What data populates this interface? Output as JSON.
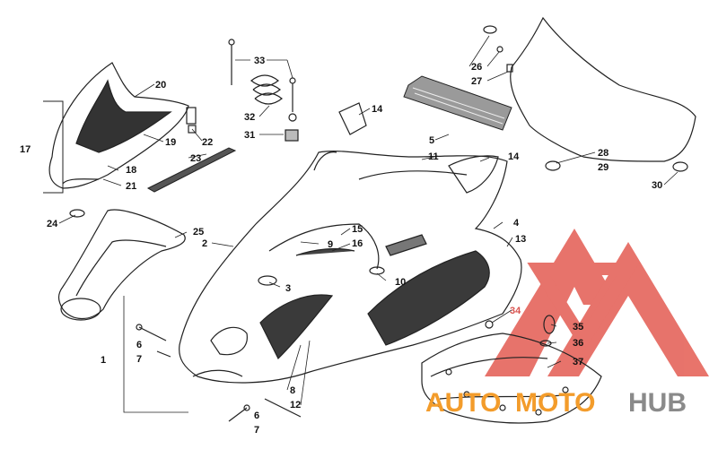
{
  "colors": {
    "line": "#222222",
    "callout": "#111111",
    "watermark_red": "#e0453a",
    "watermark_orange": "#f39c2b",
    "watermark_gray": "#8a8a8a"
  },
  "watermark": {
    "part1": "AUTO",
    "part2": "MOTO",
    "part3": "HUB"
  },
  "labels": {
    "l1": "1",
    "l2": "2",
    "l3": "3",
    "l4": "4",
    "l5": "5",
    "l6a": "6",
    "l6b": "6",
    "l7a": "7",
    "l7b": "7",
    "l8": "8",
    "l9": "9",
    "l10": "10",
    "l11": "11",
    "l12": "12",
    "l13": "13",
    "l14a": "14",
    "l14b": "14",
    "l15": "15",
    "l16": "16",
    "l17": "17",
    "l18": "18",
    "l19": "19",
    "l20": "20",
    "l21": "21",
    "l22": "22",
    "l23": "23",
    "l24": "24",
    "l25": "25",
    "l26": "26",
    "l27": "27",
    "l28": "28",
    "l29": "29",
    "l30": "30",
    "l31": "31",
    "l32": "32",
    "l33": "33",
    "l34": "34",
    "l35": "35",
    "l36": "36",
    "l37": "37"
  }
}
